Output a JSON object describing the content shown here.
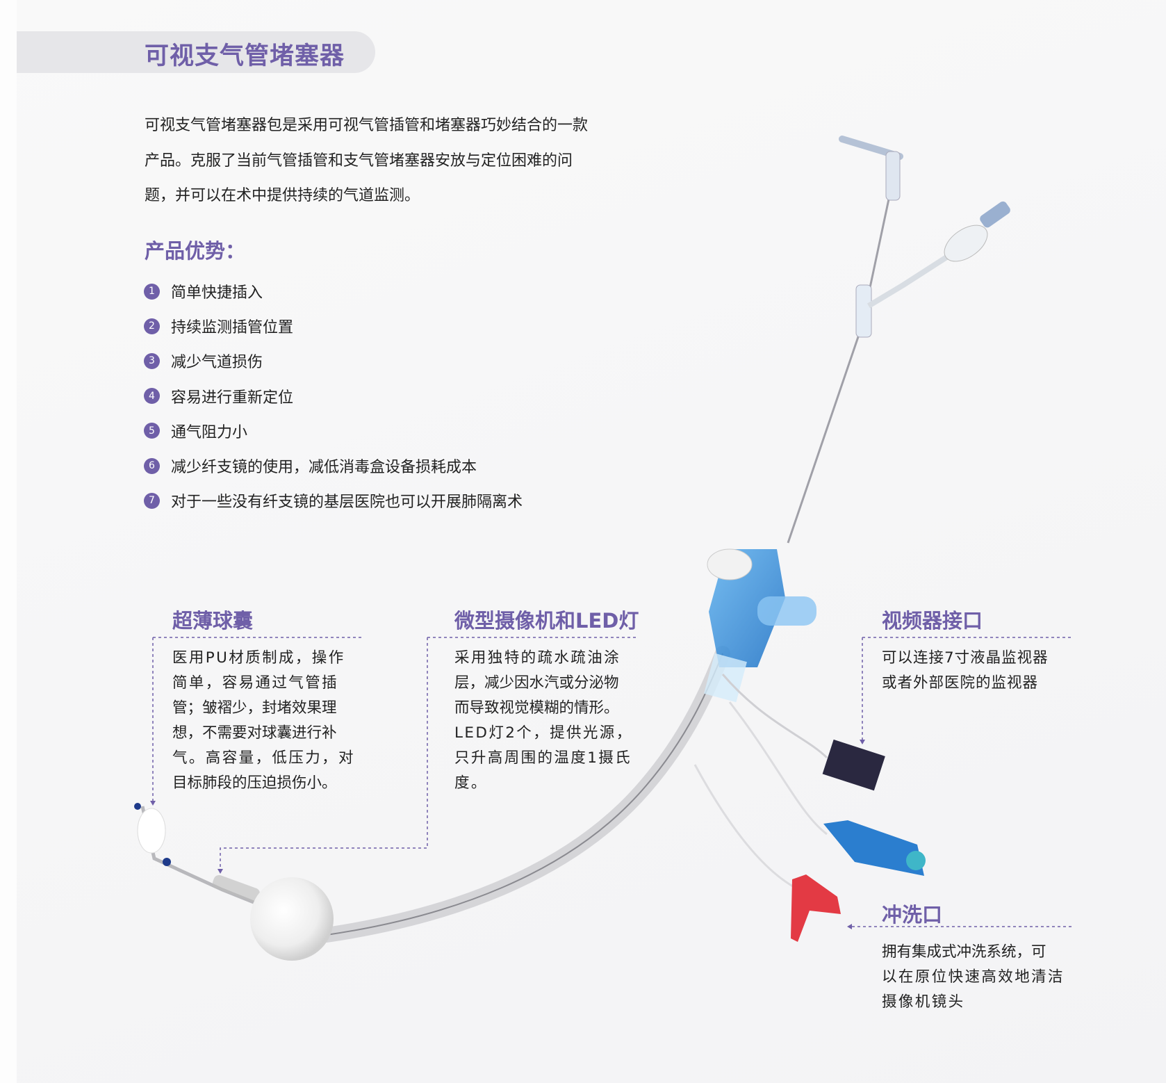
{
  "header": {
    "title": "可视支气管堵塞器"
  },
  "intro": {
    "lines": [
      "可视支气管堵塞器包是采用可视气管插管和堵塞器巧妙结合的一款",
      "产品。克服了当前气管插管和支气管堵塞器安放与定位困难的问",
      "题，并可以在术中提供持续的气道监测。"
    ]
  },
  "advantages": {
    "title": "产品优势：",
    "items": [
      {
        "num": "1",
        "text": "简单快捷插入"
      },
      {
        "num": "2",
        "text": "持续监测插管位置"
      },
      {
        "num": "3",
        "text": "减少气道损伤"
      },
      {
        "num": "4",
        "text": "容易进行重新定位"
      },
      {
        "num": "5",
        "text": "通气阻力小"
      },
      {
        "num": "6",
        "text": "减少纤支镜的使用，减低消毒盒设备损耗成本"
      },
      {
        "num": "7",
        "text": "对于一些没有纤支镜的基层医院也可以开展肺隔离术"
      }
    ]
  },
  "features": {
    "balloon": {
      "title": "超薄球囊",
      "lines": [
        "医用PU材质制成，操作",
        "简单，容易通过气管插",
        "管；皱褶少，封堵效果理",
        "想，不需要对球囊进行补",
        "气。高容量，低压力，对",
        "目标肺段的压迫损伤小。"
      ]
    },
    "camera": {
      "title": "微型摄像机和LED灯",
      "lines": [
        "采用独特的疏水疏油涂",
        "层，减少因水汽或分泌物",
        "而导致视觉模糊的情形。",
        "LED灯2个，提供光源，",
        "只升高周围的温度1摄氏",
        "度。"
      ]
    },
    "video": {
      "title": "视频器接口",
      "lines": [
        "可以连接7寸液晶监视器",
        "或者外部医院的监视器"
      ]
    },
    "flush": {
      "title": "冲洗口",
      "lines": [
        "拥有集成式冲洗系统，可",
        "以在原位快速高效地清洁",
        "摄像机镜头"
      ]
    }
  },
  "colors": {
    "accent": "#6f5fa8",
    "pill": "#e6e6e9"
  }
}
